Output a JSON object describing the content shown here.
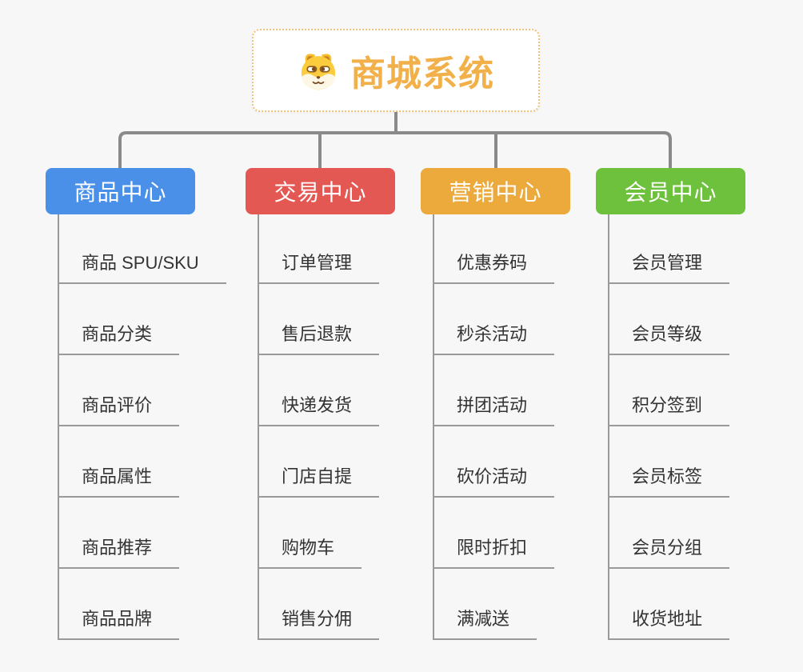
{
  "root": {
    "title": "商城系统",
    "icon": "dog-icon"
  },
  "branches": [
    {
      "label": "商品中心",
      "color": "#4a90e8",
      "items": [
        "商品 SPU/SKU",
        "商品分类",
        "商品评价",
        "商品属性",
        "商品推荐",
        "商品品牌"
      ]
    },
    {
      "label": "交易中心",
      "color": "#e45853",
      "items": [
        "订单管理",
        "售后退款",
        "快递发货",
        "门店自提",
        "购物车",
        "销售分佣"
      ]
    },
    {
      "label": "营销中心",
      "color": "#ecaa3d",
      "items": [
        "优惠券码",
        "秒杀活动",
        "拼团活动",
        "砍价活动",
        "限时折扣",
        "满减送"
      ]
    },
    {
      "label": "会员中心",
      "color": "#6ec13c",
      "items": [
        "会员管理",
        "会员等级",
        "积分签到",
        "会员标签",
        "会员分组",
        "收货地址"
      ]
    }
  ],
  "colors": {
    "background": "#f7f7f7",
    "connector": "#8a8a8a",
    "root_border": "#f2c178",
    "root_text": "#f2b04a",
    "leaf_line": "#9a9a9a",
    "leaf_text": "#333333"
  }
}
